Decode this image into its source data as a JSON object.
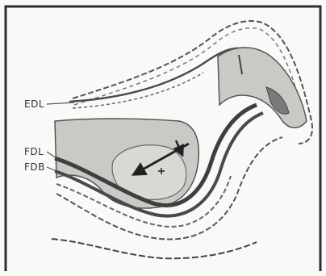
{
  "labels": {
    "edl": "EDL",
    "fdl": "FDL",
    "fdb": "FDB"
  },
  "colors": {
    "outline": "#444444",
    "shade": "#c9c9c6",
    "tendon": "#4a4a4a",
    "background": "#f9f9f7",
    "frame": "#2e2e2e"
  }
}
